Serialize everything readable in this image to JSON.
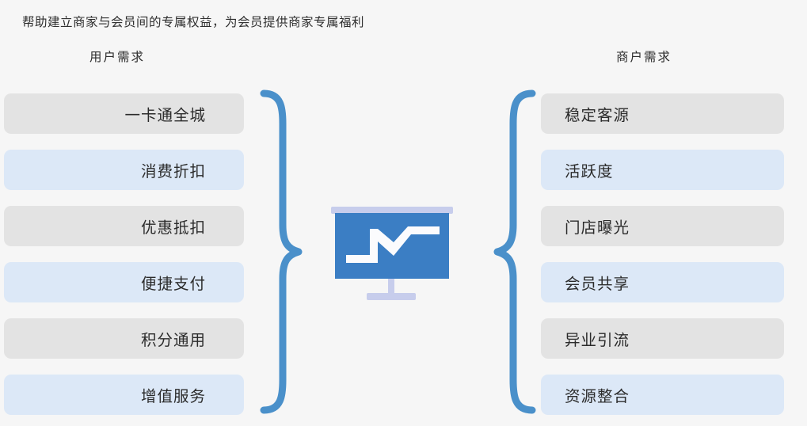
{
  "header": {
    "title": "帮助建立商家与会员间的专属权益，为会员提供商家专属福利"
  },
  "columns": {
    "left": {
      "heading": "用户需求",
      "items": [
        {
          "label": "一卡通全城",
          "tone": "gray"
        },
        {
          "label": "消费折扣",
          "tone": "blue"
        },
        {
          "label": "优惠抵扣",
          "tone": "gray"
        },
        {
          "label": "便捷支付",
          "tone": "blue"
        },
        {
          "label": "积分通用",
          "tone": "gray"
        },
        {
          "label": "增值服务",
          "tone": "blue"
        }
      ]
    },
    "right": {
      "heading": "商户需求",
      "items": [
        {
          "label": "稳定客源",
          "tone": "gray"
        },
        {
          "label": "活跃度",
          "tone": "blue"
        },
        {
          "label": "门店曝光",
          "tone": "gray"
        },
        {
          "label": "会员共享",
          "tone": "blue"
        },
        {
          "label": "异业引流",
          "tone": "gray"
        },
        {
          "label": "资源整合",
          "tone": "blue"
        }
      ]
    }
  },
  "center": {
    "icon": "presentation-chart-icon"
  },
  "connectors": {
    "left": "right-pointing-brace",
    "right": "left-pointing-brace"
  },
  "colors": {
    "background": "#f6f6f6",
    "pill_gray": "#e3e3e3",
    "pill_blue": "#dce8f7",
    "brace_blue": "#4a90ca",
    "icon_board_blue": "#3b7ec4",
    "icon_accent_lavender": "#c7cdec",
    "text_dark": "#2b2b2b"
  }
}
